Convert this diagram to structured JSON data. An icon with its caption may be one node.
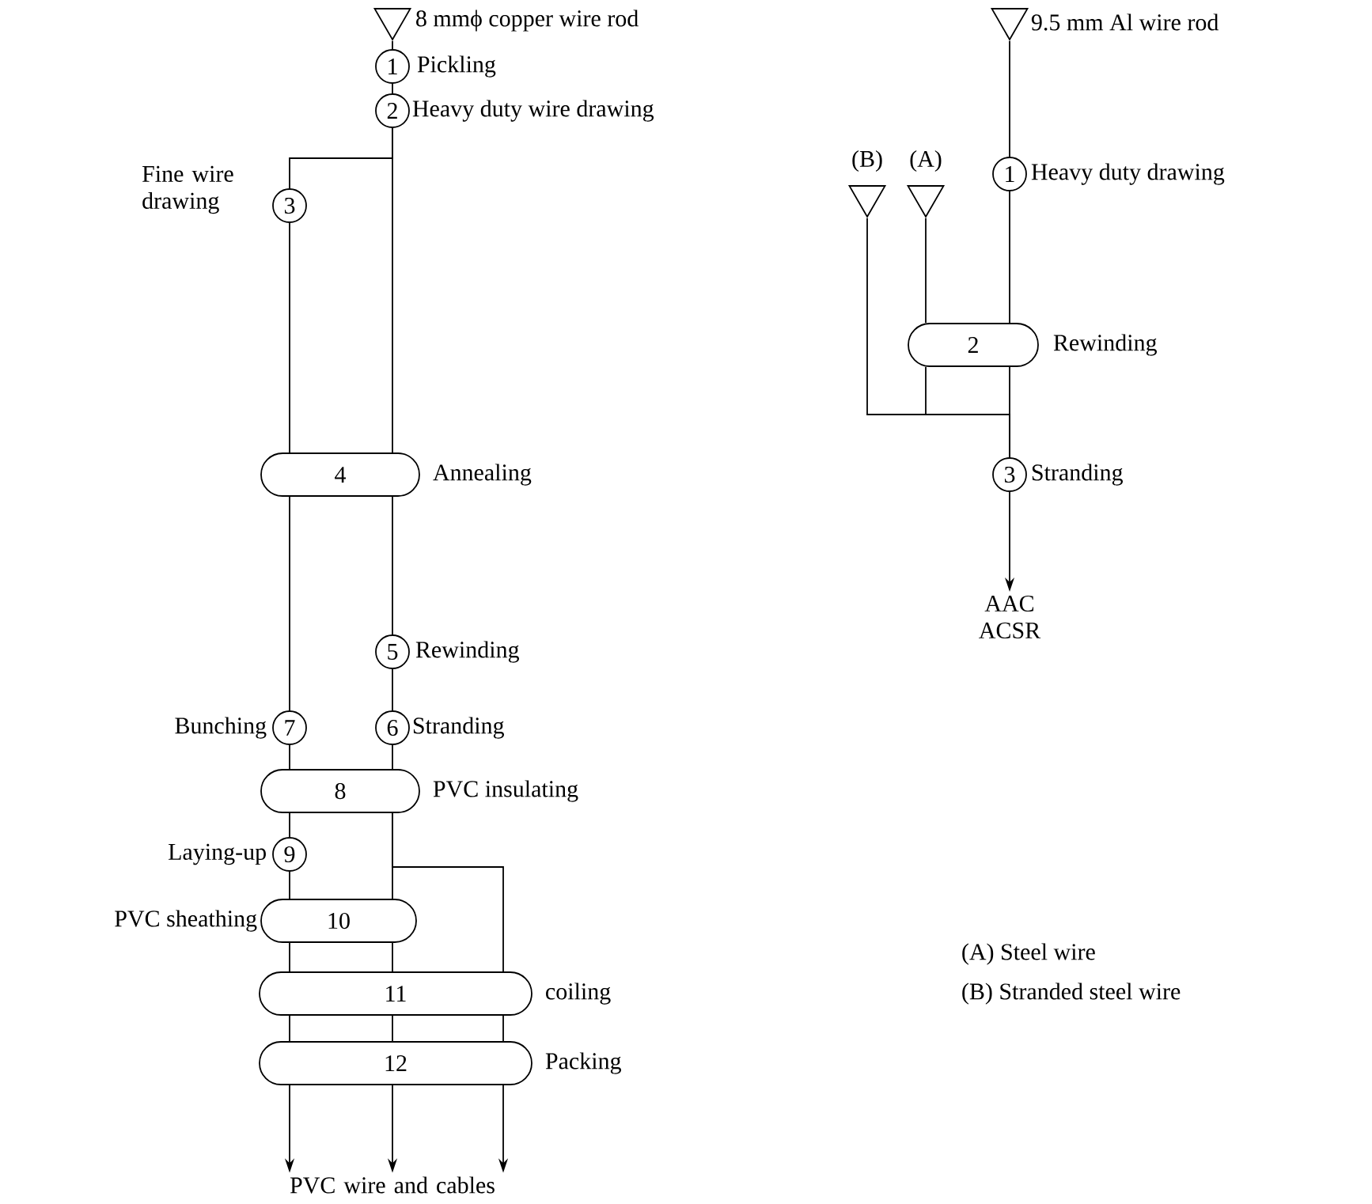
{
  "diagram": {
    "nodes": [
      {
        "text": [],
        "shape": "triangle",
        "beside": [
          "8 mmϕ copper wire rod"
        ]
      },
      {
        "text": [
          "1"
        ],
        "beside": [
          "Pickling"
        ]
      },
      {
        "text": [
          "2"
        ],
        "beside": [
          "Heavy duty wire drawing"
        ]
      },
      {
        "text": [
          "3"
        ],
        "beside": [
          "Fine wire drawing"
        ]
      },
      {
        "text": [
          "4"
        ],
        "beside": [
          "Annealing"
        ]
      },
      {
        "text": [
          "5"
        ],
        "beside": [
          "Rewinding"
        ]
      },
      {
        "text": [
          "6"
        ],
        "beside": [
          "Stranding"
        ]
      },
      {
        "text": [
          "7"
        ],
        "beside": [
          "Bunching"
        ]
      },
      {
        "text": [
          "8"
        ],
        "beside": [
          "PVC insulating"
        ]
      },
      {
        "text": [
          "9"
        ],
        "beside": [
          "Laying-up"
        ]
      },
      {
        "text": [
          "10"
        ],
        "beside": [
          "PVC sheathing"
        ]
      },
      {
        "text": [
          "11"
        ],
        "beside": [
          "coiling"
        ]
      },
      {
        "text": [
          "12"
        ],
        "beside": [
          "Packing"
        ]
      },
      {
        "text": [
          "PVC wire and cables"
        ]
      },
      {
        "text": [],
        "shape": "triangle",
        "beside": [
          "9.5 mm Al wire rod"
        ]
      },
      {
        "text": [
          "1"
        ],
        "beside": [
          "Heavy duty drawing"
        ]
      },
      {
        "text": [],
        "shape": "triangle",
        "beside": [
          "(B)"
        ]
      },
      {
        "text": [],
        "shape": "triangle",
        "beside": [
          "(A)"
        ]
      },
      {
        "text": [
          "2"
        ],
        "beside": [
          "Rewinding"
        ]
      },
      {
        "text": [
          "3"
        ],
        "beside": [
          "Stranding"
        ]
      },
      {
        "text": [
          "AAC ACSR"
        ]
      }
    ],
    "edges": [
      {
        "from": 0,
        "to": 1,
        "arrow": "none"
      },
      {
        "from": 1,
        "to": 2,
        "arrow": "none"
      },
      {
        "from": 2,
        "to": 3,
        "arrow": "none"
      },
      {
        "from": 2,
        "to": 4,
        "arrow": "none"
      },
      {
        "from": 3,
        "to": 4,
        "arrow": "none"
      },
      {
        "from": 4,
        "to": 7,
        "arrow": "none"
      },
      {
        "from": 4,
        "to": 5,
        "arrow": "none"
      },
      {
        "from": 5,
        "to": 6,
        "arrow": "none"
      },
      {
        "from": 7,
        "to": 8,
        "arrow": "none"
      },
      {
        "from": 6,
        "to": 8,
        "arrow": "none"
      },
      {
        "from": 8,
        "to": 9,
        "arrow": "none"
      },
      {
        "from": 9,
        "to": 10,
        "arrow": "none"
      },
      {
        "from": 8,
        "to": 10,
        "arrow": "none"
      },
      {
        "from": 8,
        "to": 11,
        "arrow": "none"
      },
      {
        "from": 10,
        "to": 11,
        "arrow": "none"
      },
      {
        "from": 10,
        "to": 11,
        "arrow": "none"
      },
      {
        "from": 11,
        "to": 12,
        "arrow": "none"
      },
      {
        "from": 11,
        "to": 12,
        "arrow": "none"
      },
      {
        "from": 11,
        "to": 12,
        "arrow": "none"
      },
      {
        "from": 12,
        "to": 13,
        "arrow": "to"
      },
      {
        "from": 12,
        "to": 13,
        "arrow": "to"
      },
      {
        "from": 12,
        "to": 13,
        "arrow": "to"
      },
      {
        "from": 14,
        "to": 15,
        "arrow": "none"
      },
      {
        "from": 15,
        "to": 18,
        "arrow": "none"
      },
      {
        "from": 17,
        "to": 18,
        "arrow": "none"
      },
      {
        "from": 18,
        "to": 19,
        "arrow": "none"
      },
      {
        "from": 18,
        "to": 19,
        "arrow": "none"
      },
      {
        "from": 16,
        "to": 19,
        "arrow": "none"
      },
      {
        "from": 19,
        "to": 20,
        "arrow": "to"
      }
    ],
    "labels": [
      "(A) Steel wire",
      "(B) Stranded steel wire"
    ]
  }
}
